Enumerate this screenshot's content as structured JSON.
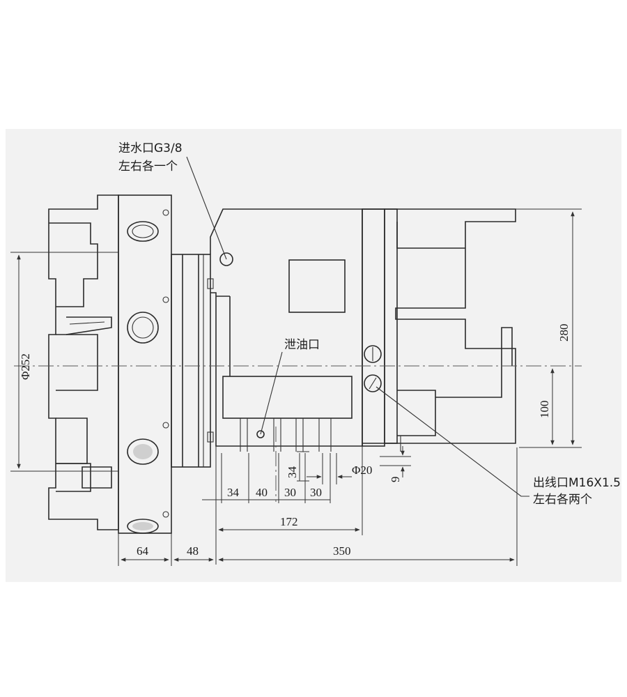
{
  "labels": {
    "water_inlet_line1": "进水口G3/8",
    "water_inlet_line2": "左右各一个",
    "drain": "泄油口",
    "cable_outlet_line1": "出线口M16X1.5",
    "cable_outlet_line2": "左右各两个"
  },
  "dimensions": {
    "d252": "Φ252",
    "h280": "280",
    "h100": "100",
    "h34": "34",
    "h9": "9",
    "d20": "Φ20",
    "w34": "34",
    "w40": "40",
    "w30a": "30",
    "w30b": "30",
    "w172": "172",
    "w64": "64",
    "w48": "48",
    "w350": "350"
  }
}
